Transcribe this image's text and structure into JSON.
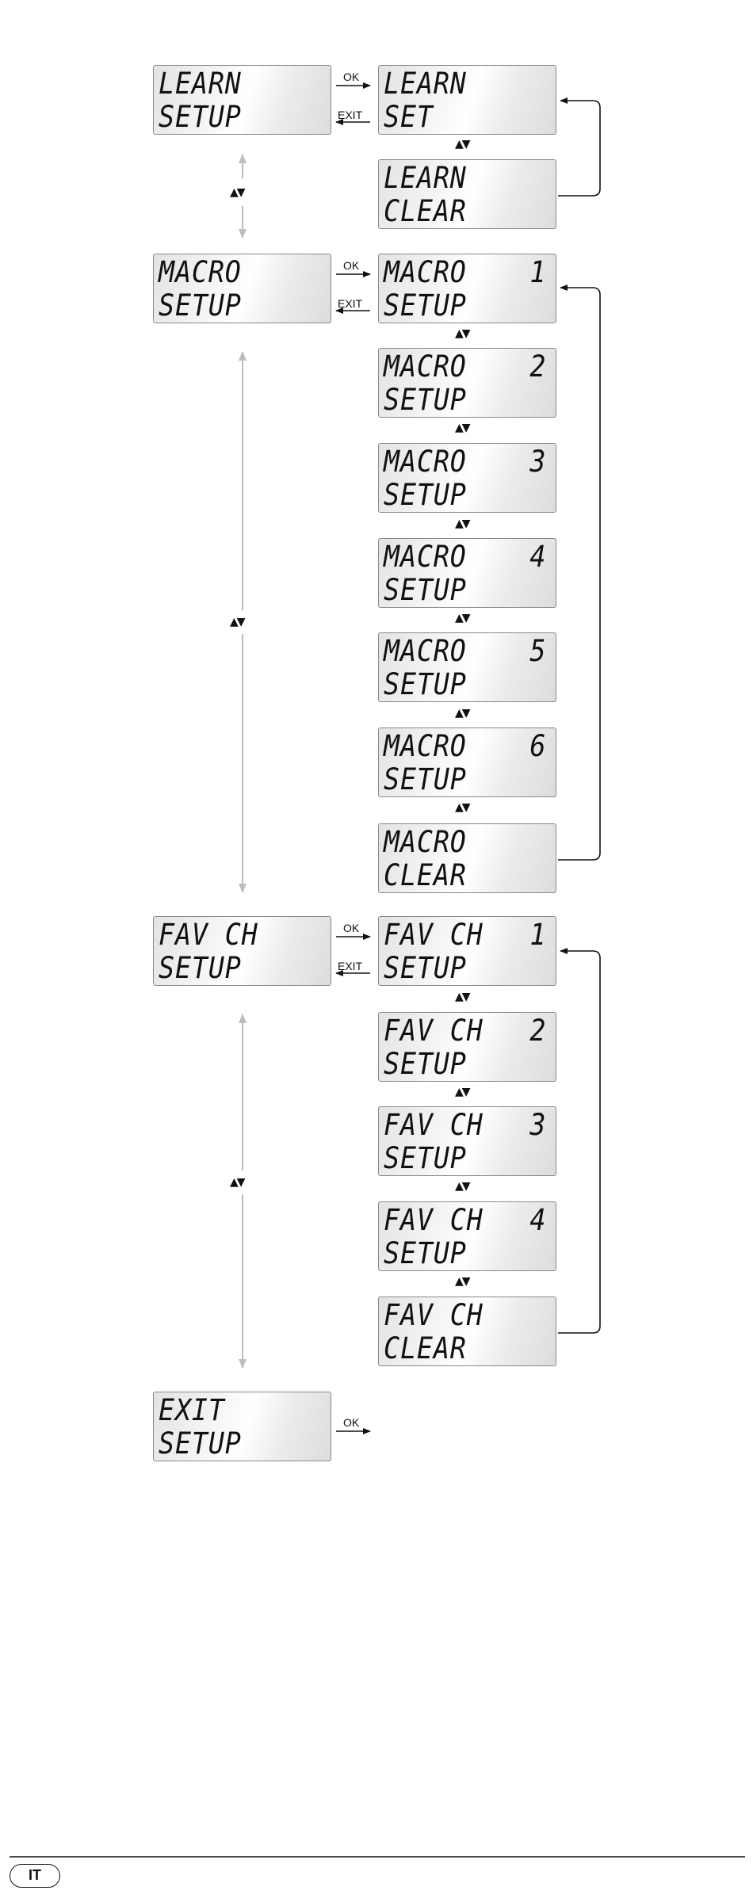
{
  "screens": {
    "learn_setup": {
      "line1": "LEARN",
      "line2": "SETUP"
    },
    "learn_set": {
      "line1": "LEARN",
      "line2": "SET"
    },
    "learn_clear": {
      "line1": "LEARN",
      "line2": "CLEAR"
    },
    "macro_setup": {
      "line1": "MACRO",
      "line2": "SETUP"
    },
    "macro_1": {
      "line1": "MACRO",
      "num": "1",
      "line2": "SETUP"
    },
    "macro_2": {
      "line1": "MACRO",
      "num": "2",
      "line2": "SETUP"
    },
    "macro_3": {
      "line1": "MACRO",
      "num": "3",
      "line2": "SETUP"
    },
    "macro_4": {
      "line1": "MACRO",
      "num": "4",
      "line2": "SETUP"
    },
    "macro_5": {
      "line1": "MACRO",
      "num": "5",
      "line2": "SETUP"
    },
    "macro_6": {
      "line1": "MACRO",
      "num": "6",
      "line2": "SETUP"
    },
    "macro_clear": {
      "line1": "MACRO",
      "line2": "CLEAR"
    },
    "favch_setup": {
      "line1": "FAV CH",
      "line2": "SETUP"
    },
    "favch_1": {
      "line1": "FAV CH",
      "num": "1",
      "line2": "SETUP"
    },
    "favch_2": {
      "line1": "FAV CH",
      "num": "2",
      "line2": "SETUP"
    },
    "favch_3": {
      "line1": "FAV CH",
      "num": "3",
      "line2": "SETUP"
    },
    "favch_4": {
      "line1": "FAV CH",
      "num": "4",
      "line2": "SETUP"
    },
    "favch_clear": {
      "line1": "FAV CH",
      "line2": "CLEAR"
    },
    "exit_setup": {
      "line1": "EXIT",
      "line2": "SETUP"
    }
  },
  "labels": {
    "ok": "OK",
    "exit": "EXIT",
    "updown": "▲▼"
  },
  "footer": {
    "language": "IT"
  },
  "colors": {
    "arrow_dark": "#111111",
    "arrow_light": "#bdbdbd"
  }
}
